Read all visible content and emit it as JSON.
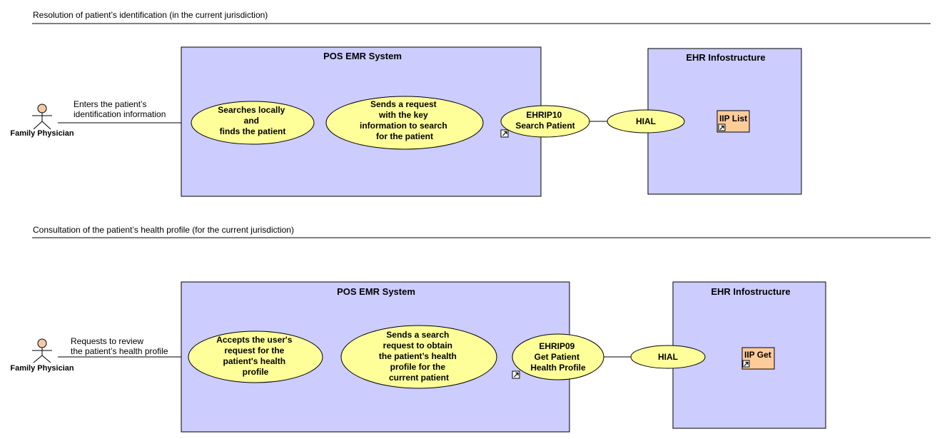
{
  "sections": [
    {
      "title": "Resolution of patient’s identification (in the current jurisdiction)",
      "actor": "Family Physician",
      "association_label": [
        "Enters the patient’s",
        "identification information"
      ],
      "system_box": "POS EMR System",
      "use_cases": [
        [
          "Searches locally",
          "and",
          "finds the patient"
        ],
        [
          "Sends a request",
          "with the key",
          "information to search",
          "for the patient"
        ],
        [
          "EHRIP10",
          "Search Patient"
        ]
      ],
      "infra_box": "EHR Infostructure",
      "hial": "HIAL",
      "component": "IIP List"
    },
    {
      "title": "Consultation of the patient’s health profile (for the current jurisdiction)",
      "actor": "Family Physician",
      "association_label": [
        "Requests to review",
        "the patient’s health profile"
      ],
      "system_box": "POS EMR System",
      "use_cases": [
        [
          "Accepts the user's",
          "request for the",
          "patient's health",
          "profile"
        ],
        [
          "Sends a search",
          "request to obtain",
          "the patient’s health",
          "profile for the",
          "current patient"
        ],
        [
          "EHRIP09",
          "Get Patient",
          "Health Profile"
        ]
      ],
      "infra_box": "EHR Infostructure",
      "hial": "HIAL",
      "component": "IIP Get"
    }
  ],
  "colors": {
    "system_fill": "#ccccff",
    "use_case_fill": "#ffff99",
    "component_fill": "#ffcc99",
    "actor_head_fill": "#f5c9a6"
  },
  "icons": [
    "stick-figure-actor-icon",
    "link-arrow-icon"
  ]
}
